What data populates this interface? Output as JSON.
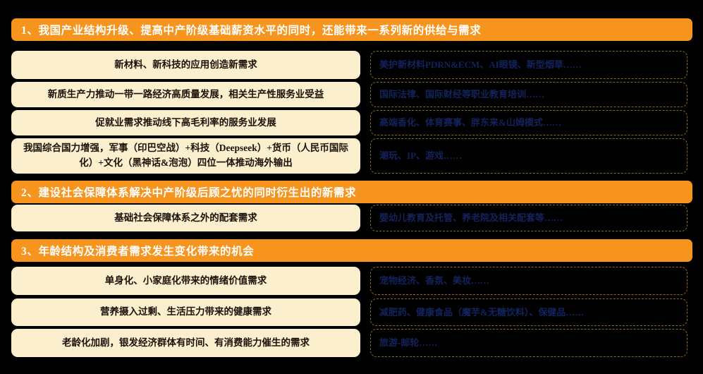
{
  "theme": {
    "background": "#000000",
    "header_orange": "#F7941E",
    "header_text": "#FFFFFF",
    "cream_fill": "#FBEFCE",
    "cream_text": "#1A1208",
    "dashed_border": "#8A6A10",
    "dashed_text": "#13235C"
  },
  "sections": [
    {
      "header": "1、我国产业结构升级、提高中产阶级基础薪资水平的同时，还能带来一系列新的供给与需求",
      "rows": [
        {
          "left": "新材料、新科技的应用创造新需求",
          "right": "美护新材料PDRN&ECM、AI眼镜、新型烟草……"
        },
        {
          "left": "新质生产力推动一带一路经济高质量发展，相关生产性服务业受益",
          "right": "国际法律、国际财经等职业教育培训……"
        },
        {
          "left": "促就业需求推动线下高毛利率的服务业发展",
          "right": "高端香化、体育赛事、胖东来&山姆模式……"
        },
        {
          "left": "我国综合国力增强，军事（印巴空战）+科技（Deepseek）+货币（人民币国际化）+文化（黑神话&泡泡）四位一体推动海外输出",
          "right": "潮玩、IP、游戏……"
        }
      ]
    },
    {
      "header": "2、建设社会保障体系解决中产阶级后顾之忧的同时衍生出的新需求",
      "rows": [
        {
          "left": "基础社会保障体系之外的配套需求",
          "right": "婴幼儿教育及托管、养老院及相关配套等……"
        }
      ]
    },
    {
      "header": "3、年龄结构及消费者需求发生变化带来的机会",
      "rows": [
        {
          "left": "单身化、小家庭化带来的情绪价值需求",
          "right": "宠物经济、香氛、美妆……"
        },
        {
          "left": "营养摄入过剩、生活压力带来的健康需求",
          "right": "减肥药、健康食品（魔芋&无糖饮料）、保健品……"
        },
        {
          "left": "老龄化加剧，银发经济群体有时间、有消费能力催生的需求",
          "right": "旅游-邮轮……"
        }
      ]
    }
  ]
}
